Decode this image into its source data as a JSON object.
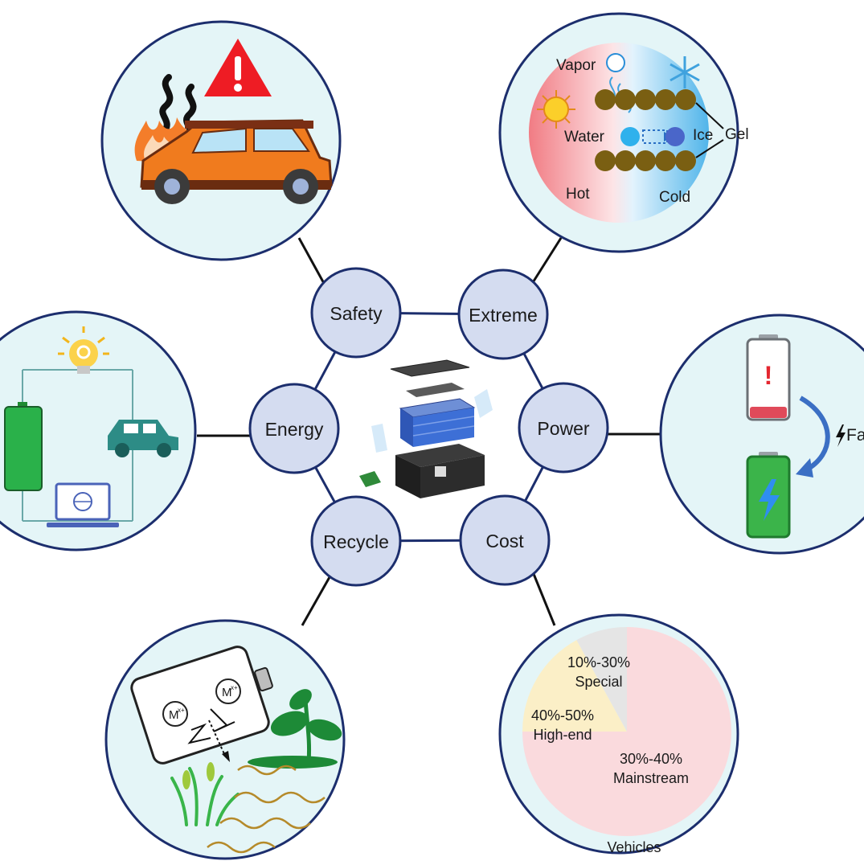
{
  "hub": {
    "nodes": [
      {
        "key": "safety",
        "label": "Safety"
      },
      {
        "key": "extreme",
        "label": "Extreme"
      },
      {
        "key": "power",
        "label": "Power"
      },
      {
        "key": "cost",
        "label": "Cost"
      },
      {
        "key": "recycle",
        "label": "Recycle"
      },
      {
        "key": "energy",
        "label": "Energy"
      }
    ]
  },
  "extreme_panel": {
    "vapor": "Vapor",
    "water": "Water",
    "ice": "Ice",
    "gel": "Gel",
    "hot": "Hot",
    "cold": "Cold"
  },
  "power_panel": {
    "exclaim": "!",
    "fast": "Fa"
  },
  "recycle_panel": {
    "ion": "M",
    "ion_sup": "x+"
  },
  "cost_panel": {
    "footer": "Vehicles"
  },
  "chart_data": {
    "type": "pie",
    "categories": [
      "Mainstream",
      "High-end",
      "Special"
    ],
    "labels": [
      {
        "range": "30%-40%",
        "name": "Mainstream"
      },
      {
        "range": "40%-50%",
        "name": "High-end"
      },
      {
        "range": "10%-30%",
        "name": "Special"
      }
    ],
    "values": [
      75,
      17,
      8
    ],
    "colors": [
      "#fadadd",
      "#fbefc7",
      "#e5e5e5"
    ]
  }
}
